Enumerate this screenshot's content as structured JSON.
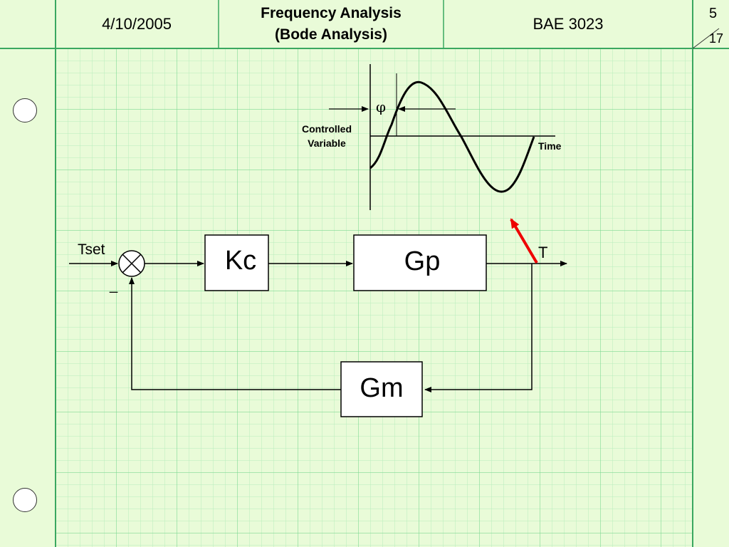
{
  "header": {
    "date": "4/10/2005",
    "title_line1": "Frequency Analysis",
    "title_line2": "(Bode Analysis)",
    "course": "BAE 3023",
    "page_current": "5",
    "page_total": "17"
  },
  "waveform": {
    "phi_symbol": "φ",
    "y_label_line1": "Controlled",
    "y_label_line2": "Variable",
    "x_label": "Time"
  },
  "block_diagram": {
    "input_label": "Tset",
    "minus_sign": "_",
    "controller": "Kc",
    "process": "Gp",
    "output_label": "T",
    "measurement": "Gm"
  },
  "colors": {
    "background": "#e9fbd8",
    "grid_minor": "#b8eebc",
    "grid_major": "#6fd58c",
    "highlight_arrow": "#ee0000"
  }
}
